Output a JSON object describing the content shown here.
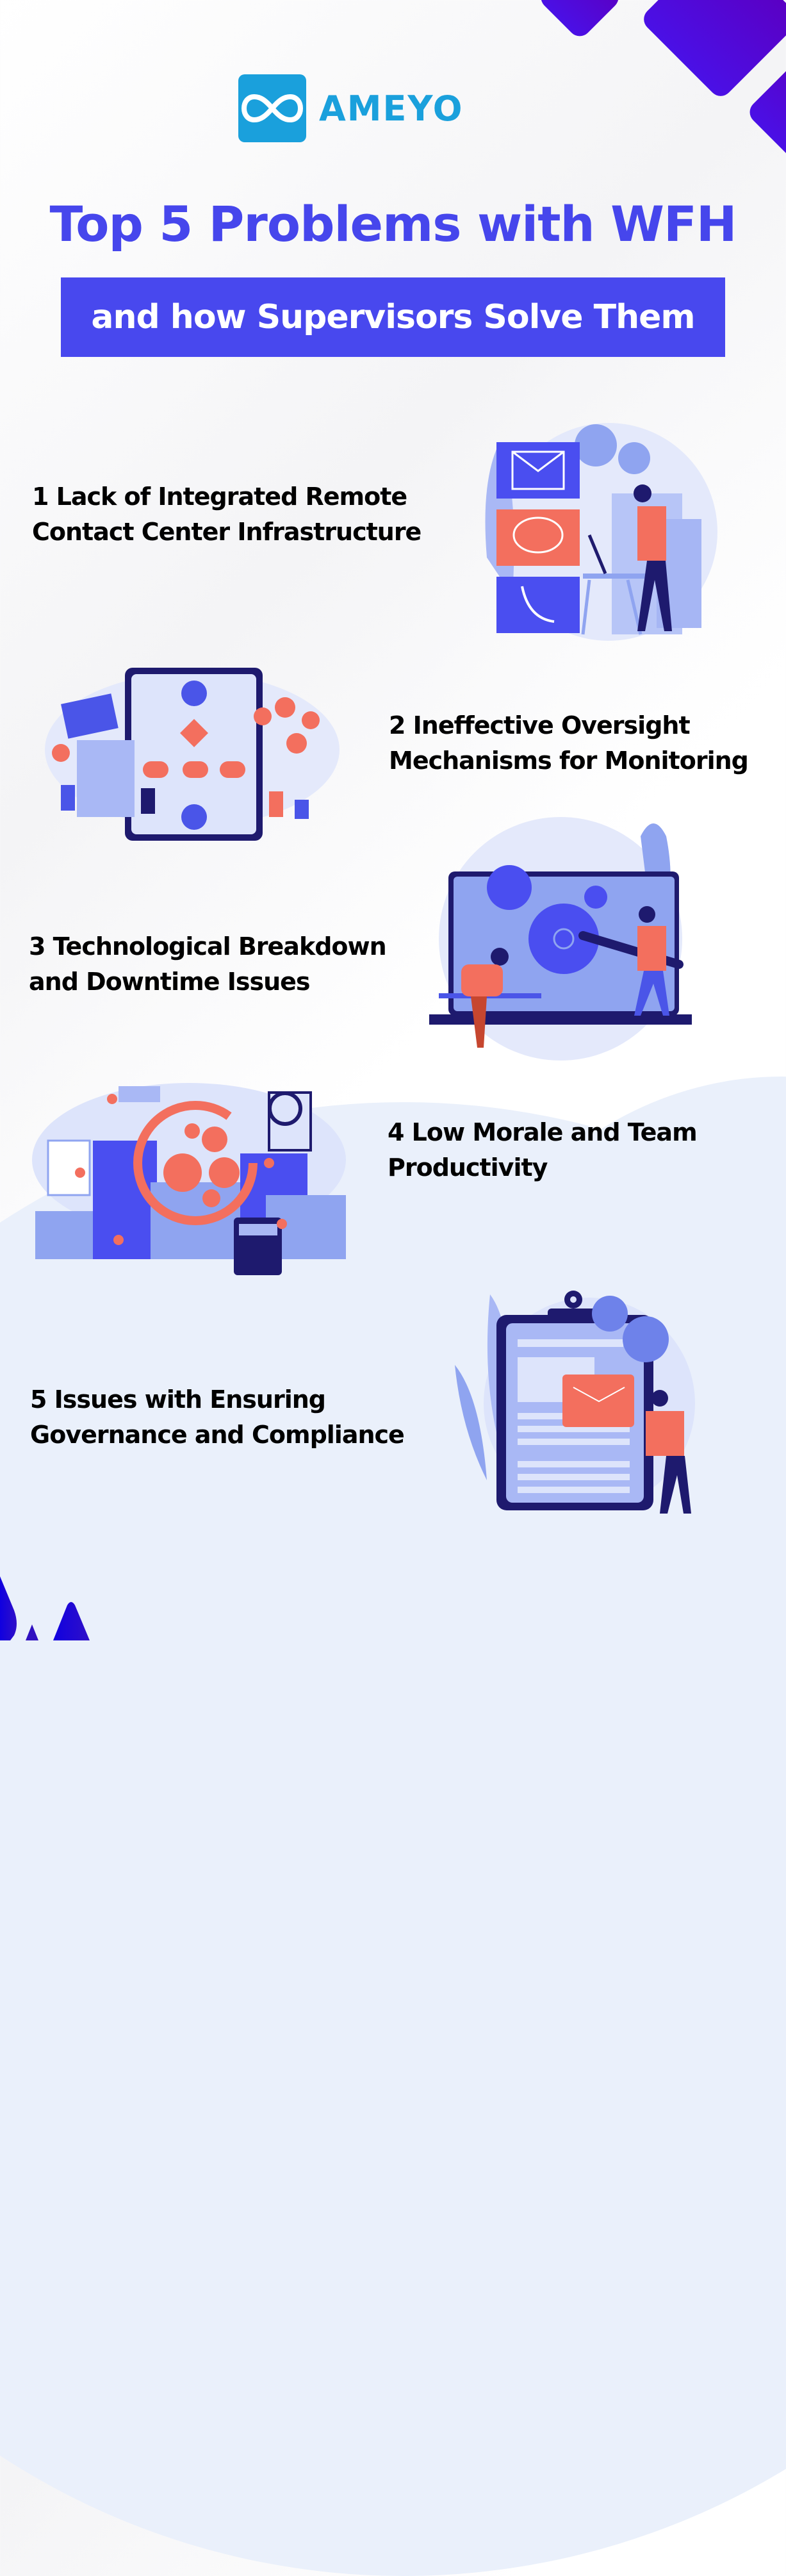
{
  "brand": {
    "name": "AMEYO",
    "logo_icon": "infinity-icon",
    "color": "#1aa0dc"
  },
  "header": {
    "title": "Top 5 Problems with WFH",
    "subtitle": "and how Supervisors Solve Them",
    "title_color": "#4646ec",
    "subtitle_bg": "#4848ee"
  },
  "items": [
    {
      "number": "1",
      "line1": "1 Lack of Integrated Remote",
      "line2": "Contact Center Infrastructure",
      "illustration": "omnichannel-contact-illustration"
    },
    {
      "number": "2",
      "line1": "2   Ineffective Oversight",
      "line2": "Mechanisms for Monitoring",
      "illustration": "flowchart-monitoring-illustration"
    },
    {
      "number": "3",
      "line1": "3 Technological Breakdown",
      "line2": "and Downtime Issues",
      "illustration": "gear-repair-illustration"
    },
    {
      "number": "4",
      "line1": "4 Low Morale and Team",
      "line2": "Productivity",
      "illustration": "team-productivity-cycle-illustration"
    },
    {
      "number": "5",
      "line1": "5  Issues with Ensuring",
      "line2": "Governance and Compliance",
      "illustration": "clipboard-compliance-illustration"
    }
  ],
  "colors": {
    "accent_purple": "#5a00c4",
    "illustration_blue": "#4a55e8",
    "illustration_light": "#a9b8f5",
    "illustration_coral": "#f36f5e",
    "navy": "#1e1a6e"
  }
}
